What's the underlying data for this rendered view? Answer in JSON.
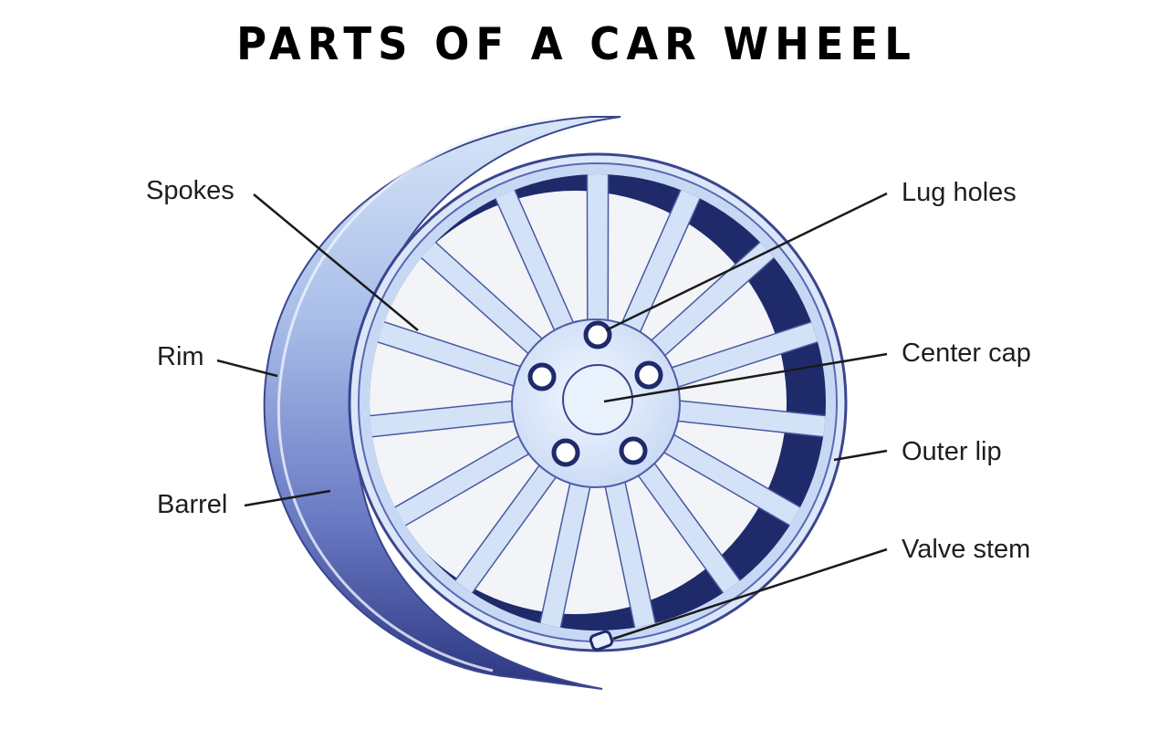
{
  "title": "PARTS OF A CAR WHEEL",
  "labels": {
    "spokes": "Spokes",
    "rim": "Rim",
    "barrel": "Barrel",
    "lug_holes": "Lug holes",
    "center_cap": "Center cap",
    "outer_lip": "Outer lip",
    "valve_stem": "Valve stem"
  },
  "colors": {
    "dark_navy": "#1f2a6b",
    "mid_blue": "#7d8ccf",
    "light_blue": "#c9dcf6",
    "pale_blue": "#e6f0fc",
    "leader_line": "#1a1a1a"
  },
  "spoke_count": 15,
  "lug_hole_count": 5
}
